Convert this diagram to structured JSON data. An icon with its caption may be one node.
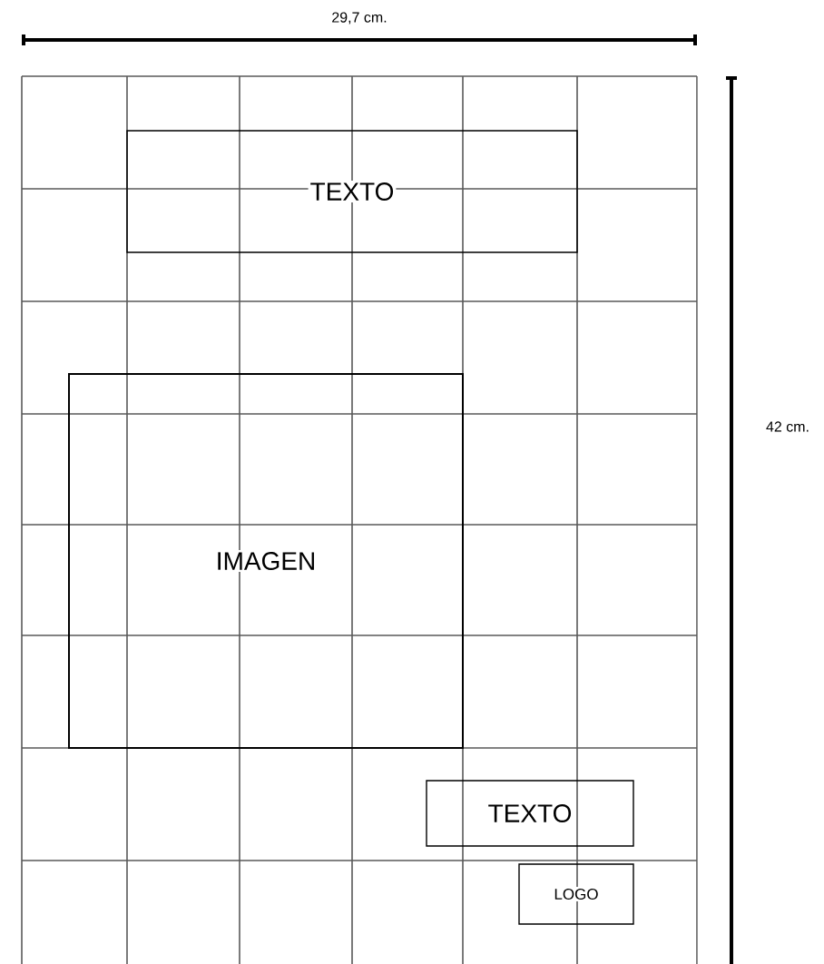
{
  "diagram": {
    "nodes": [
      {
        "text": [
          "TEXTO"
        ]
      },
      {
        "text": [
          "IMAGEN"
        ]
      },
      {
        "text": [
          "TEXTO"
        ]
      },
      {
        "text": [
          "LOGO"
        ]
      }
    ],
    "labels": [
      "29,7 cm.",
      "42 cm."
    ]
  }
}
